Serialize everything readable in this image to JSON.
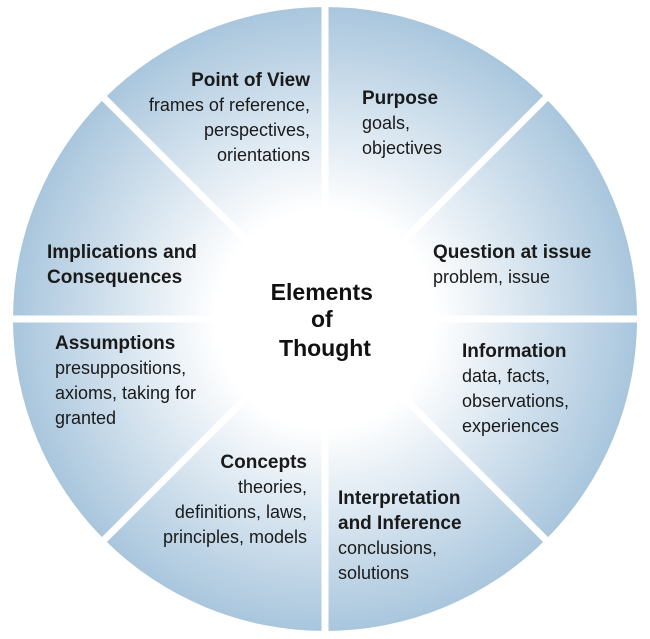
{
  "center": {
    "lines": [
      "Elements",
      "of",
      "Thought"
    ]
  },
  "colors": {
    "segment_gradient_center": "#ffffff",
    "segment_gradient_edge": "#a9c6dd",
    "divider": "#ffffff",
    "text": "#1a1a1a"
  },
  "segments": [
    {
      "id": "point-of-view",
      "title": [
        "Point of View"
      ],
      "desc": [
        "frames of reference,",
        "perspectives,",
        "orientations"
      ]
    },
    {
      "id": "purpose",
      "title": [
        "Purpose"
      ],
      "desc": [
        "goals,",
        "objectives"
      ]
    },
    {
      "id": "question-at-issue",
      "title": [
        "Question at issue"
      ],
      "desc": [
        "problem, issue"
      ]
    },
    {
      "id": "information",
      "title": [
        "Information"
      ],
      "desc": [
        "data, facts,",
        "observations,",
        "experiences"
      ]
    },
    {
      "id": "interpretation-and-inference",
      "title": [
        "Interpretation",
        "and Inference"
      ],
      "desc": [
        "conclusions,",
        "solutions"
      ]
    },
    {
      "id": "concepts",
      "title": [
        "Concepts"
      ],
      "desc": [
        "theories,",
        "definitions, laws,",
        "principles, models"
      ]
    },
    {
      "id": "assumptions",
      "title": [
        "Assumptions"
      ],
      "desc": [
        "presuppositions,",
        "axioms, taking for",
        "granted"
      ]
    },
    {
      "id": "implications-and-consequences",
      "title": [
        "Implications and",
        "Consequences"
      ],
      "desc": []
    }
  ]
}
